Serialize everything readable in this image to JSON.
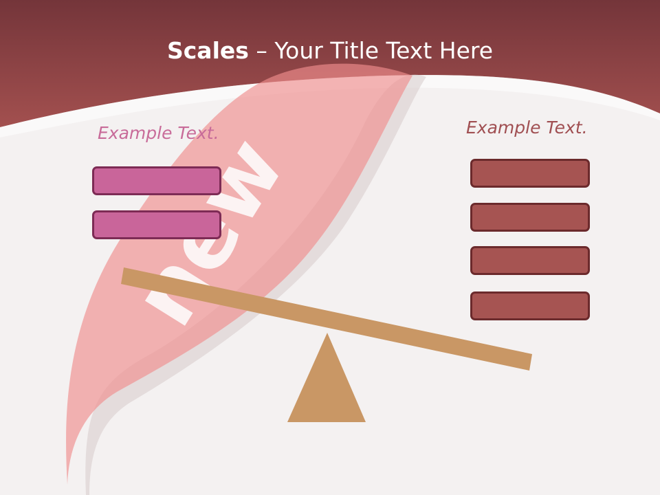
{
  "title": {
    "bold": "Scales",
    "rest": " – Your Title Text Here"
  },
  "watermark": {
    "text": "new"
  },
  "left": {
    "label": "Example Text.",
    "box_count": 2
  },
  "right": {
    "label": "Example Text.",
    "box_count": 4
  },
  "colors": {
    "header": "#9c4a4d",
    "background": "#f4f1f1",
    "ribbon": "#f08e8e",
    "pink_box": "#c9659a",
    "red_box": "#a65452",
    "scale": "#c99765",
    "left_label": "#c86b99",
    "right_label": "#a04f52"
  }
}
